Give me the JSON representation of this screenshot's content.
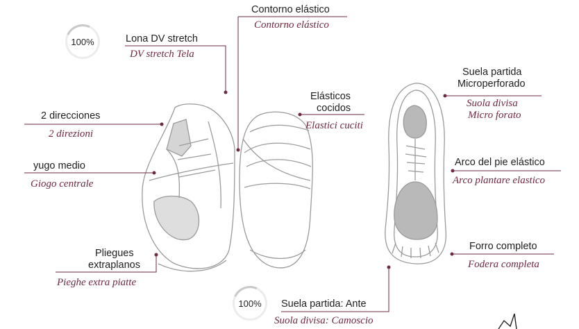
{
  "colors": {
    "line": "#6e2a3e",
    "sketch": "#9a9a9a",
    "sole_fill": "#b9b9b9"
  },
  "badges": {
    "top": "100%",
    "bottom": "100%"
  },
  "labels": {
    "contorno": {
      "es": "Contorno elástico",
      "it": "Contorno elástico"
    },
    "lona": {
      "es": "Lona DV stretch",
      "it": "DV stretch Tela"
    },
    "direcciones": {
      "es": "2 direcciones",
      "it": "2 direzioni"
    },
    "elasticos": {
      "es1": "Elásticos",
      "es2": "cocidos",
      "it": "Elastici cuciti"
    },
    "yugo": {
      "es": "yugo medio",
      "it": "Giogo centrale"
    },
    "pliegues": {
      "es1": "Pliegues",
      "es2": "extraplanos",
      "it": "Pieghe extra piatte"
    },
    "suela_partida": {
      "es1": "Suela partida",
      "es2": "Microperforado",
      "it1": "Suola divisa",
      "it2": "Micro forato"
    },
    "arco": {
      "es": "Arco del pie elástico",
      "it": "Arco plantare elastico"
    },
    "forro": {
      "es": "Forro completo",
      "it": "Fodera completa"
    },
    "suela_ante": {
      "es": "Suela partida: Ante",
      "it": "Suola divisa: Camoscio"
    }
  }
}
